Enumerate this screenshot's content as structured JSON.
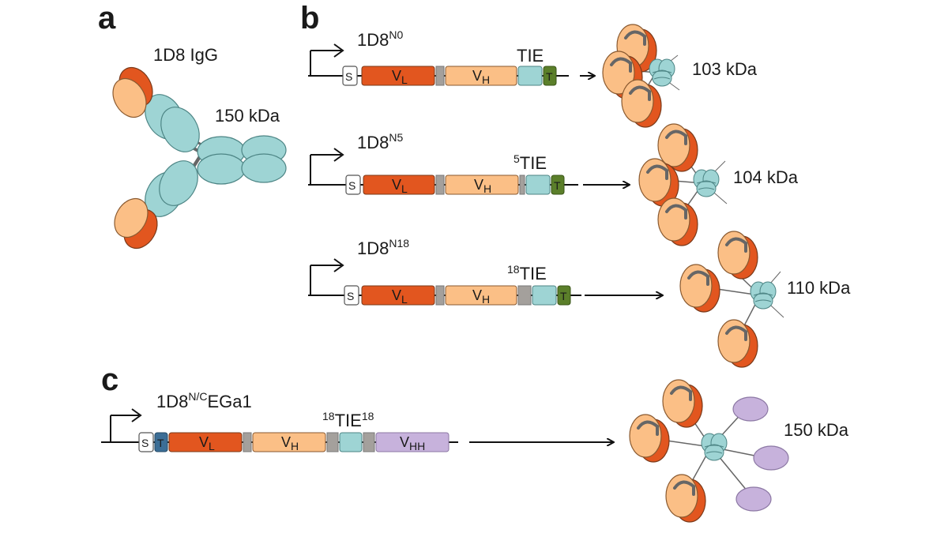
{
  "panels": {
    "a": {
      "letter": "a",
      "title": "1D8 IgG",
      "mass": "150 kDa"
    },
    "b": {
      "letter": "b",
      "constructs": [
        {
          "name": "1D8",
          "superscript": "N0",
          "tie_pre": "",
          "tie": "TIE",
          "tie_post": "",
          "mass": "103 kDa"
        },
        {
          "name": "1D8",
          "superscript": "N5",
          "tie_pre": "5",
          "tie": "TIE",
          "tie_post": "",
          "mass": "104 kDa"
        },
        {
          "name": "1D8",
          "superscript": "N18",
          "tie_pre": "18",
          "tie": "TIE",
          "tie_post": "",
          "mass": "110 kDa"
        }
      ]
    },
    "c": {
      "letter": "c",
      "name": "1D8",
      "superscript": "N/C",
      "suffix": "EGa1",
      "tie_pre": "18",
      "tie": "TIE",
      "tie_post": "18",
      "mass": "150 kDa"
    }
  },
  "segments": {
    "signal": "S",
    "tag": "T",
    "vl_main": "V",
    "vl_sub": "L",
    "vh_main": "V",
    "vh_sub": "H",
    "vhh_main": "V",
    "vhh_sub": "HH"
  },
  "colors": {
    "vl": "#e2561f",
    "vh": "#fbbf86",
    "tie": "#9ed4d4",
    "linker": "#a4a09c",
    "tag_green": "#5b7f2a",
    "tag_blue": "#3c6e96",
    "vhh": "#c7b2dc",
    "igg_teal": "#9ed4d4"
  }
}
